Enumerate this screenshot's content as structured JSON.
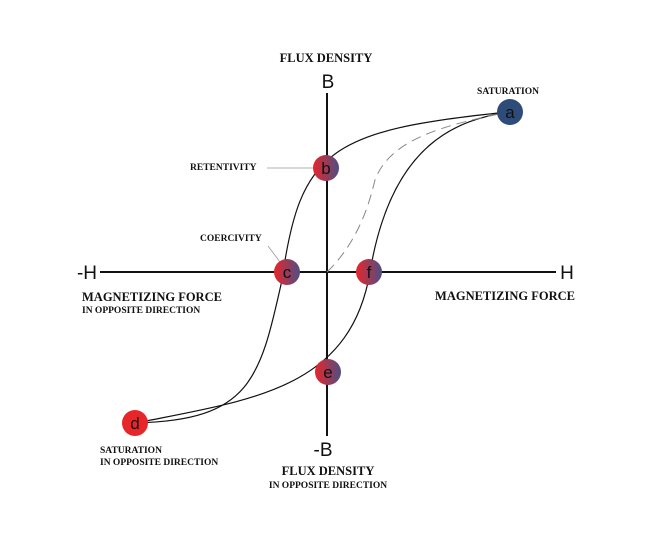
{
  "axes": {
    "y_top": "B",
    "y_bottom": "-B",
    "x_left": "-H",
    "x_right": "H"
  },
  "labels": {
    "flux_density": "FLUX DENSITY",
    "flux_density_neg": "FLUX DENSITY",
    "flux_density_neg_sub": "IN OPPOSITE DIRECTION",
    "magnetizing_force": "MAGNETIZING FORCE",
    "magnetizing_force_neg": "MAGNETIZING FORCE",
    "magnetizing_force_neg_sub": "IN OPPOSITE DIRECTION",
    "saturation": "SATURATION",
    "saturation_neg": "SATURATION",
    "saturation_neg_sub": "IN OPPOSITE DIRECTION",
    "retentivity": "RETENTIVITY",
    "coercivity": "COERCIVITY"
  },
  "points": {
    "a": "a",
    "b": "b",
    "c": "c",
    "d": "d",
    "e": "e",
    "f": "f"
  },
  "colors": {
    "red": "#e8262a",
    "blue": "#2e4b7a",
    "purple": "#6a4a86"
  }
}
